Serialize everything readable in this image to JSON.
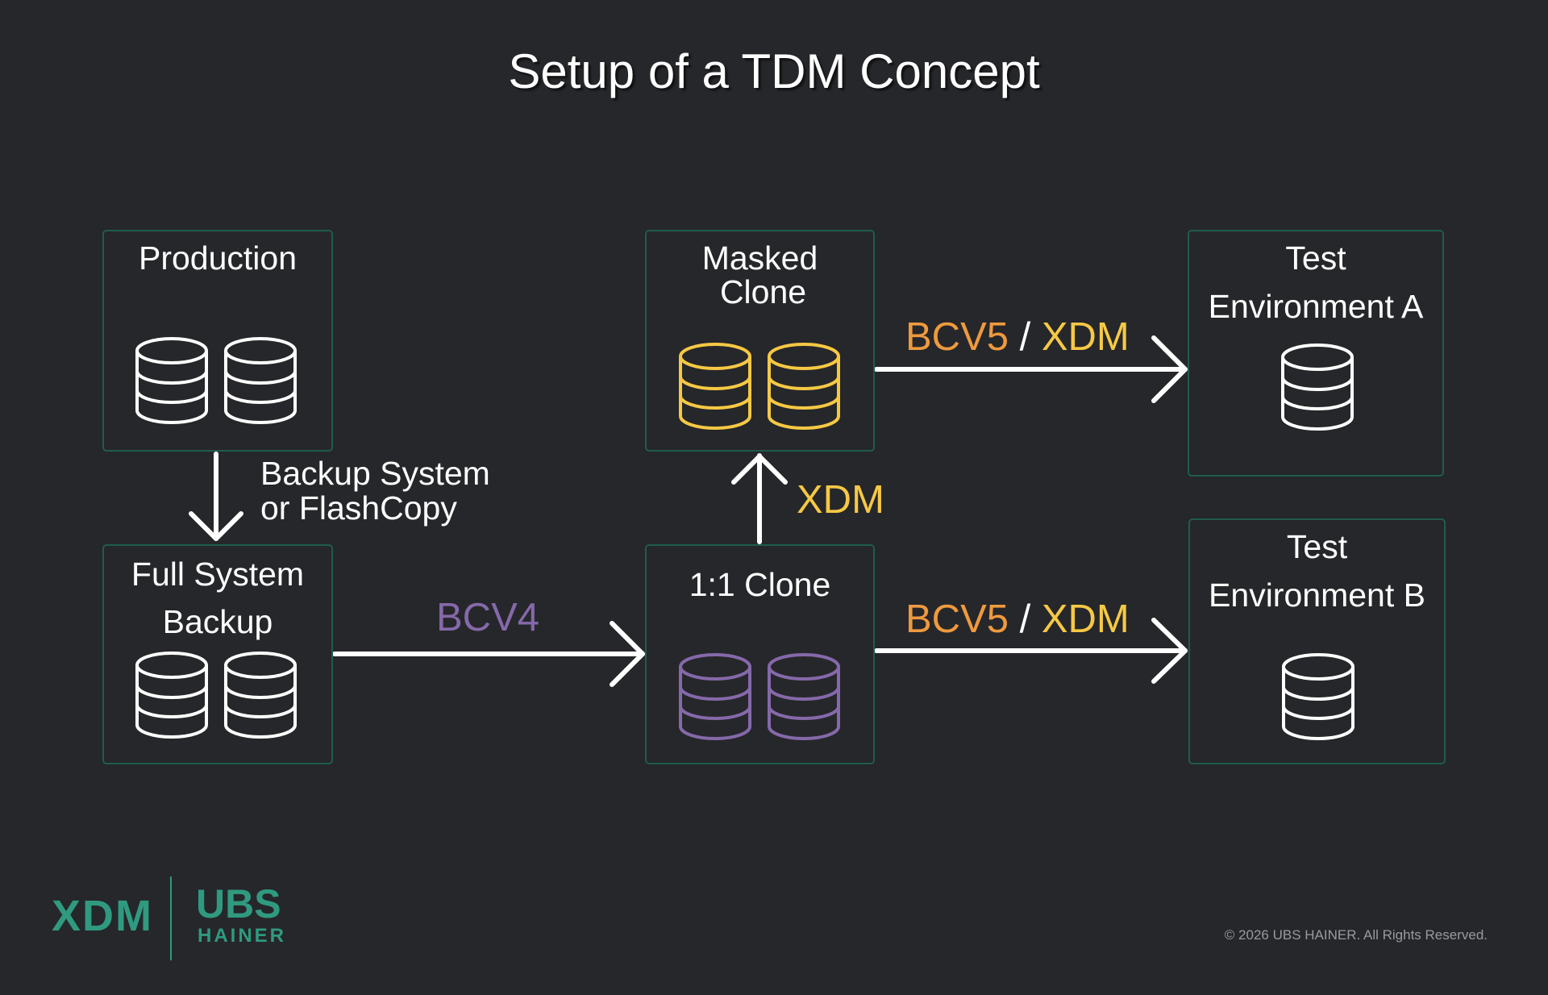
{
  "title": "Setup of a TDM Concept",
  "colors": {
    "background": "#26272a",
    "box_border": "#1f5c4d",
    "white": "#ffffff",
    "purple": "#8569aa",
    "orange": "#ee9a3e",
    "yellow": "#f6c844",
    "brand_green": "#2f9a80"
  },
  "nodes": {
    "production": {
      "label": "Production",
      "db_count": 2,
      "db_color": "white"
    },
    "full_backup": {
      "label_line1": "Full System",
      "label_line2": "Backup",
      "db_count": 2,
      "db_color": "white"
    },
    "masked_clone": {
      "label_line1": "Masked",
      "label_line2": "Clone",
      "db_count": 2,
      "db_color": "yellow"
    },
    "clone_1to1": {
      "label": "1:1 Clone",
      "db_count": 2,
      "db_color": "purple"
    },
    "test_env_a": {
      "label_line1": "Test",
      "label_line2": "Environment A",
      "db_count": 1,
      "db_color": "white"
    },
    "test_env_b": {
      "label_line1": "Test",
      "label_line2": "Environment B",
      "db_count": 1,
      "db_color": "white"
    }
  },
  "edges": {
    "production_to_backup": {
      "label_line1": "Backup System",
      "label_line2": "or FlashCopy"
    },
    "backup_to_clone": {
      "label": "BCV4"
    },
    "clone_to_masked": {
      "label": "XDM"
    },
    "masked_to_test_a": {
      "label_part1": "BCV5",
      "separator": " / ",
      "label_part2": "XDM"
    },
    "clone_to_test_b": {
      "label_part1": "BCV5",
      "separator": " / ",
      "label_part2": "XDM"
    }
  },
  "footer": {
    "logo_xdm": "XDM",
    "logo_ubs": "UBS",
    "logo_hainer": "HAINER",
    "copyright": "© 2026 UBS HAINER. All Rights Reserved."
  }
}
